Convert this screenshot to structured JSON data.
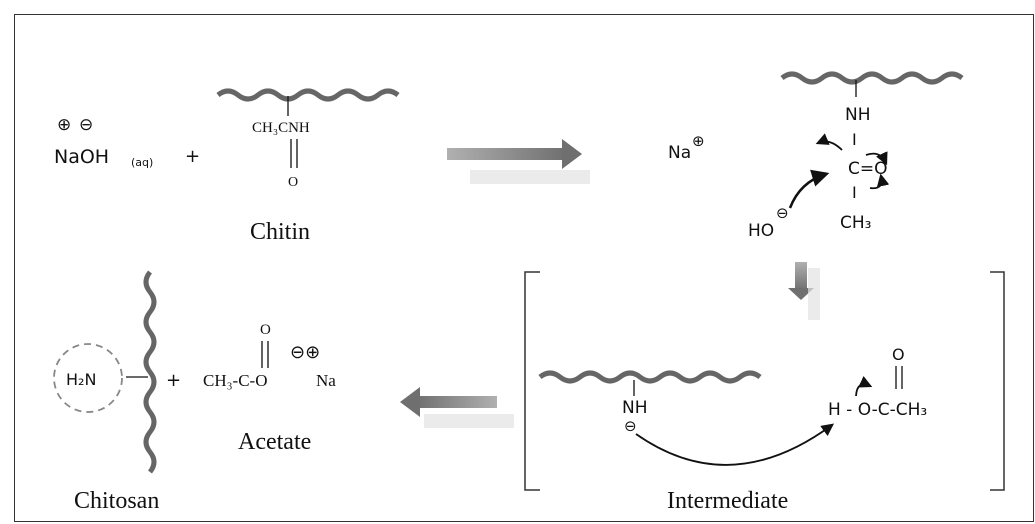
{
  "reactants": {
    "naoh": {
      "plus_charge": "⊕",
      "minus_charge": "⊖",
      "formula": "NaOH",
      "state": "(aq)"
    },
    "plus_sign": "+",
    "chitin": {
      "side_group": "CH₃CNH",
      "double_bond": "||",
      "oxygen": "O",
      "label": "Chitin"
    }
  },
  "attack_step": {
    "sodium": "Na",
    "sodium_charge": "⊕",
    "nh": "NH",
    "bond_top": "I",
    "carbonyl": "C=O",
    "bond_bottom": "I",
    "methyl": "CH₃",
    "hydroxide": "HO",
    "hydroxide_charge": "⊖"
  },
  "intermediate": {
    "nh": "NH",
    "n_charge": "⊖",
    "acetyl_o": "O",
    "acetyl_double": "||",
    "acetyl_group": "H - O-C-CH₃",
    "label": "Intermediate"
  },
  "products": {
    "amine": "H₂N",
    "plus_sign": "+",
    "acetate": {
      "oxygen": "O",
      "double_bond": "||",
      "formula": "CH₃-C-O",
      "charges": "⊖⊕",
      "sodium": "Na",
      "label": "Acetate"
    },
    "chitosan_label": "Chitosan"
  },
  "colors": {
    "chain": "#666666",
    "arrow": "#8a8a8a",
    "ink": "#111111",
    "bracket": "#333333",
    "circle": "#888888"
  }
}
